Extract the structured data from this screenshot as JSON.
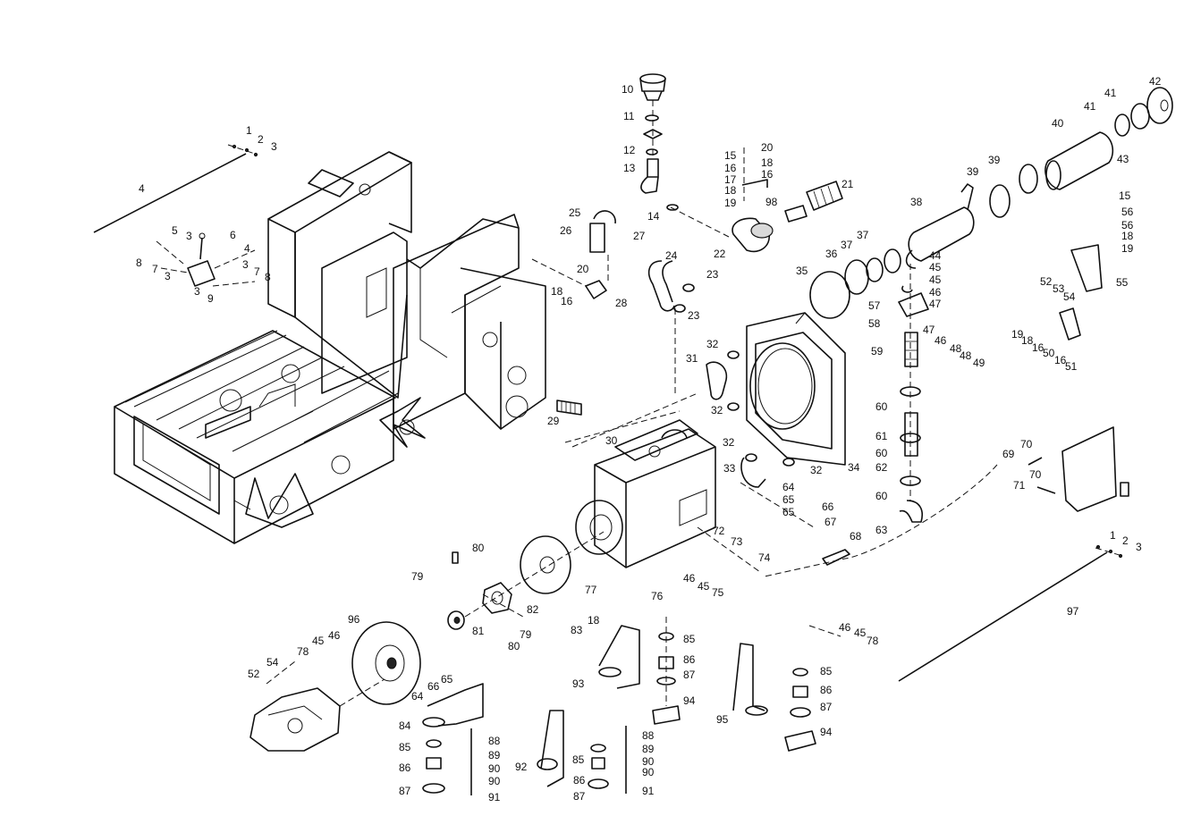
{
  "labels": [
    {
      "id": "c01",
      "t": "1"
    },
    {
      "id": "c02",
      "t": "2"
    },
    {
      "id": "c03",
      "t": "3"
    },
    {
      "id": "c04",
      "t": "4"
    },
    {
      "id": "c05",
      "t": "5"
    },
    {
      "id": "c06",
      "t": "3"
    },
    {
      "id": "c07",
      "t": "6"
    },
    {
      "id": "c08",
      "t": "4"
    },
    {
      "id": "c09",
      "t": "8"
    },
    {
      "id": "c10",
      "t": "7"
    },
    {
      "id": "c11",
      "t": "3"
    },
    {
      "id": "c12",
      "t": "3"
    },
    {
      "id": "c13",
      "t": "7"
    },
    {
      "id": "c14",
      "t": "8"
    },
    {
      "id": "c15",
      "t": "3"
    },
    {
      "id": "c16",
      "t": "9"
    },
    {
      "id": "c17",
      "t": "10"
    },
    {
      "id": "c18",
      "t": "11"
    },
    {
      "id": "c19",
      "t": "12"
    },
    {
      "id": "c20",
      "t": "13"
    },
    {
      "id": "c21",
      "t": "14"
    },
    {
      "id": "c22",
      "t": "25"
    },
    {
      "id": "c23",
      "t": "26"
    },
    {
      "id": "c24",
      "t": "27"
    },
    {
      "id": "c25",
      "t": "20"
    },
    {
      "id": "c26",
      "t": "18"
    },
    {
      "id": "c27",
      "t": "16"
    },
    {
      "id": "c28",
      "t": "28"
    },
    {
      "id": "c29",
      "t": "15"
    },
    {
      "id": "c30",
      "t": "20"
    },
    {
      "id": "c31",
      "t": "16"
    },
    {
      "id": "c32",
      "t": "18"
    },
    {
      "id": "c33",
      "t": "16"
    },
    {
      "id": "c34",
      "t": "17"
    },
    {
      "id": "c35",
      "t": "18"
    },
    {
      "id": "c36",
      "t": "19"
    },
    {
      "id": "c37",
      "t": "98"
    },
    {
      "id": "c38",
      "t": "21"
    },
    {
      "id": "c39",
      "t": "22"
    },
    {
      "id": "c40",
      "t": "24"
    },
    {
      "id": "c41",
      "t": "23"
    },
    {
      "id": "c42",
      "t": "23"
    },
    {
      "id": "c43",
      "t": "29"
    },
    {
      "id": "c44",
      "t": "42"
    },
    {
      "id": "c45",
      "t": "41"
    },
    {
      "id": "c46",
      "t": "41"
    },
    {
      "id": "c47",
      "t": "40"
    },
    {
      "id": "c48",
      "t": "43"
    },
    {
      "id": "c49",
      "t": "39"
    },
    {
      "id": "c50",
      "t": "39"
    },
    {
      "id": "c51",
      "t": "38"
    },
    {
      "id": "c52",
      "t": "37"
    },
    {
      "id": "c53",
      "t": "37"
    },
    {
      "id": "c54",
      "t": "36"
    },
    {
      "id": "c55",
      "t": "35"
    },
    {
      "id": "c56",
      "t": "44"
    },
    {
      "id": "c57",
      "t": "45"
    },
    {
      "id": "c58",
      "t": "45"
    },
    {
      "id": "c59",
      "t": "46"
    },
    {
      "id": "c60",
      "t": "47"
    },
    {
      "id": "c61",
      "t": "57"
    },
    {
      "id": "c62",
      "t": "58"
    },
    {
      "id": "c63",
      "t": "47"
    },
    {
      "id": "c64",
      "t": "46"
    },
    {
      "id": "c65",
      "t": "48"
    },
    {
      "id": "c66",
      "t": "48"
    },
    {
      "id": "c67",
      "t": "49"
    },
    {
      "id": "c68",
      "t": "59"
    },
    {
      "id": "c69",
      "t": "60"
    },
    {
      "id": "c70",
      "t": "61"
    },
    {
      "id": "c71",
      "t": "60"
    },
    {
      "id": "c72",
      "t": "62"
    },
    {
      "id": "c73",
      "t": "60"
    },
    {
      "id": "c74",
      "t": "63"
    },
    {
      "id": "c75",
      "t": "15"
    },
    {
      "id": "c76",
      "t": "56"
    },
    {
      "id": "c77",
      "t": "56"
    },
    {
      "id": "c78",
      "t": "18"
    },
    {
      "id": "c79",
      "t": "19"
    },
    {
      "id": "c80",
      "t": "52"
    },
    {
      "id": "c81",
      "t": "53"
    },
    {
      "id": "c82",
      "t": "54"
    },
    {
      "id": "c83",
      "t": "55"
    },
    {
      "id": "c84",
      "t": "19"
    },
    {
      "id": "c85",
      "t": "18"
    },
    {
      "id": "c86",
      "t": "16"
    },
    {
      "id": "c87",
      "t": "50"
    },
    {
      "id": "c88",
      "t": "16"
    },
    {
      "id": "c89",
      "t": "51"
    },
    {
      "id": "c90",
      "t": "32"
    },
    {
      "id": "c91",
      "t": "31"
    },
    {
      "id": "c92",
      "t": "32"
    },
    {
      "id": "c93",
      "t": "34"
    },
    {
      "id": "c94",
      "t": "30"
    },
    {
      "id": "c95",
      "t": "32"
    },
    {
      "id": "c96",
      "t": "33"
    },
    {
      "id": "c97",
      "t": "32"
    },
    {
      "id": "c98",
      "t": "64"
    },
    {
      "id": "c99",
      "t": "65"
    },
    {
      "id": "c100",
      "t": "65"
    },
    {
      "id": "c101",
      "t": "66"
    },
    {
      "id": "c102",
      "t": "67"
    },
    {
      "id": "c103",
      "t": "68"
    },
    {
      "id": "c104",
      "t": "69"
    },
    {
      "id": "c105",
      "t": "70"
    },
    {
      "id": "c106",
      "t": "70"
    },
    {
      "id": "c107",
      "t": "71"
    },
    {
      "id": "c108",
      "t": "1"
    },
    {
      "id": "c109",
      "t": "2"
    },
    {
      "id": "c110",
      "t": "3"
    },
    {
      "id": "c111",
      "t": "97"
    },
    {
      "id": "c112",
      "t": "72"
    },
    {
      "id": "c113",
      "t": "73"
    },
    {
      "id": "c114",
      "t": "74"
    },
    {
      "id": "c115",
      "t": "46"
    },
    {
      "id": "c116",
      "t": "45"
    },
    {
      "id": "c117",
      "t": "75"
    },
    {
      "id": "c118",
      "t": "76"
    },
    {
      "id": "c119",
      "t": "80"
    },
    {
      "id": "c120",
      "t": "79"
    },
    {
      "id": "c121",
      "t": "77"
    },
    {
      "id": "c122",
      "t": "82"
    },
    {
      "id": "c123",
      "t": "18"
    },
    {
      "id": "c124",
      "t": "83"
    },
    {
      "id": "c125",
      "t": "81"
    },
    {
      "id": "c126",
      "t": "79"
    },
    {
      "id": "c127",
      "t": "80"
    },
    {
      "id": "c128",
      "t": "96"
    },
    {
      "id": "c129",
      "t": "45"
    },
    {
      "id": "c130",
      "t": "46"
    },
    {
      "id": "c131",
      "t": "78"
    },
    {
      "id": "c132",
      "t": "54"
    },
    {
      "id": "c133",
      "t": "52"
    },
    {
      "id": "c134",
      "t": "66"
    },
    {
      "id": "c135",
      "t": "65"
    },
    {
      "id": "c136",
      "t": "64"
    },
    {
      "id": "c137",
      "t": "84"
    },
    {
      "id": "c138",
      "t": "85"
    },
    {
      "id": "c139",
      "t": "86"
    },
    {
      "id": "c140",
      "t": "87"
    },
    {
      "id": "c141",
      "t": "88"
    },
    {
      "id": "c142",
      "t": "89"
    },
    {
      "id": "c143",
      "t": "90"
    },
    {
      "id": "c144",
      "t": "90"
    },
    {
      "id": "c145",
      "t": "91"
    },
    {
      "id": "c146",
      "t": "85"
    },
    {
      "id": "c147",
      "t": "86"
    },
    {
      "id": "c148",
      "t": "87"
    },
    {
      "id": "c149",
      "t": "94"
    },
    {
      "id": "c150",
      "t": "93"
    },
    {
      "id": "c151",
      "t": "92"
    },
    {
      "id": "c152",
      "t": "85"
    },
    {
      "id": "c153",
      "t": "86"
    },
    {
      "id": "c154",
      "t": "87"
    },
    {
      "id": "c155",
      "t": "88"
    },
    {
      "id": "c156",
      "t": "89"
    },
    {
      "id": "c157",
      "t": "90"
    },
    {
      "id": "c158",
      "t": "90"
    },
    {
      "id": "c159",
      "t": "91"
    },
    {
      "id": "c160",
      "t": "46"
    },
    {
      "id": "c161",
      "t": "45"
    },
    {
      "id": "c162",
      "t": "78"
    },
    {
      "id": "c163",
      "t": "85"
    },
    {
      "id": "c164",
      "t": "86"
    },
    {
      "id": "c165",
      "t": "87"
    },
    {
      "id": "c166",
      "t": "94"
    },
    {
      "id": "c167",
      "t": "95"
    }
  ]
}
